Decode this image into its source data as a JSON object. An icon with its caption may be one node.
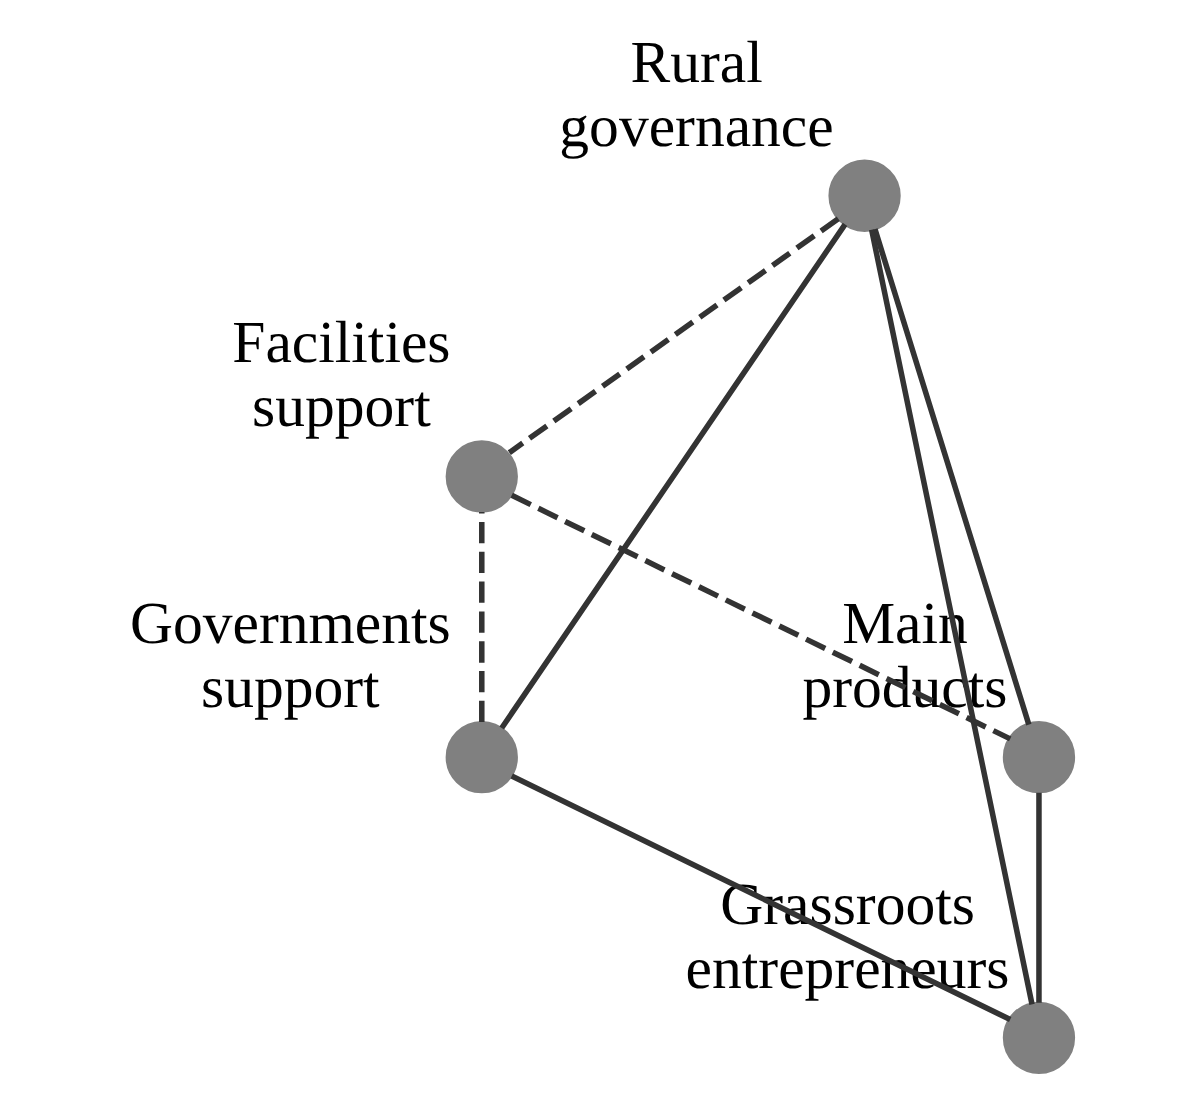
{
  "diagram": {
    "nodes": [
      {
        "text": [],
        "shape": "circle",
        "beside": [
          "Rural governance"
        ]
      },
      {
        "text": [],
        "shape": "circle",
        "beside": [
          "Facilities support"
        ]
      },
      {
        "text": [],
        "shape": "circle",
        "beside": [
          "Governments support"
        ]
      },
      {
        "text": [],
        "shape": "circle",
        "beside": [
          "Main products"
        ]
      },
      {
        "text": [],
        "shape": "circle",
        "beside": [
          "Grassroots entrepreneurs"
        ]
      }
    ],
    "edges": [
      {
        "from": 0,
        "to": 2,
        "arrow": "none"
      },
      {
        "from": 0,
        "to": 1,
        "arrow": "none",
        "style": "dashed"
      },
      {
        "from": 0,
        "to": 4,
        "arrow": "none"
      },
      {
        "from": 0,
        "to": 3,
        "arrow": "none"
      },
      {
        "from": 2,
        "to": 1,
        "arrow": "none",
        "style": "dashed"
      },
      {
        "from": 1,
        "to": 3,
        "arrow": "none",
        "style": "dashed"
      },
      {
        "from": 2,
        "to": 4,
        "arrow": "none"
      },
      {
        "from": 4,
        "to": 3,
        "arrow": "none"
      }
    ]
  }
}
